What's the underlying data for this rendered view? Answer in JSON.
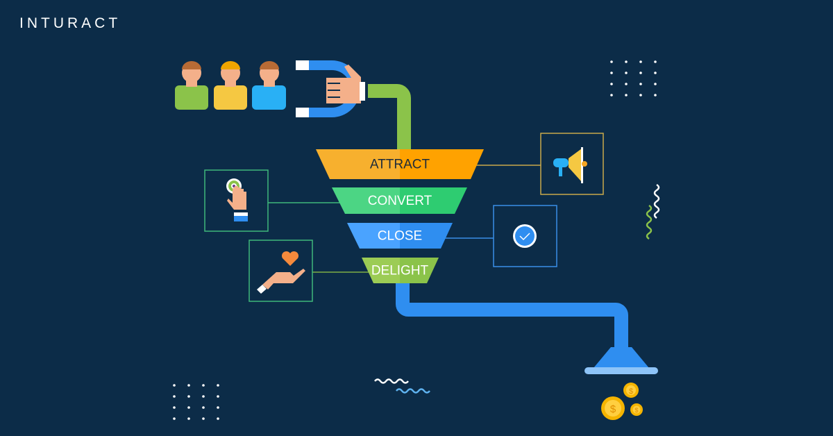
{
  "brand": {
    "logo_text": "INTURACT"
  },
  "funnel": {
    "stages": [
      {
        "label": "ATTRACT",
        "color_left": "#f7b02e",
        "color_right": "#ffa200",
        "text_color": "#1d2b3a",
        "icon": "megaphone-icon"
      },
      {
        "label": "CONVERT",
        "color_left": "#4cd584",
        "color_right": "#2ecc71",
        "text_color": "#ffffff",
        "icon": "hand-tap-target-icon"
      },
      {
        "label": "CLOSE",
        "color_left": "#4aa3ff",
        "color_right": "#2f8ef0",
        "text_color": "#ffffff",
        "icon": "check-circle-icon"
      },
      {
        "label": "DELIGHT",
        "color_left": "#9ccc55",
        "color_right": "#8bc34a",
        "text_color": "#ffffff",
        "icon": "heart-hand-icon"
      }
    ]
  },
  "colors": {
    "background": "#0c2c48",
    "green_pipe": "#8bc34a",
    "blue_pipe": "#2f8ef0",
    "gold": "#f5b400"
  }
}
